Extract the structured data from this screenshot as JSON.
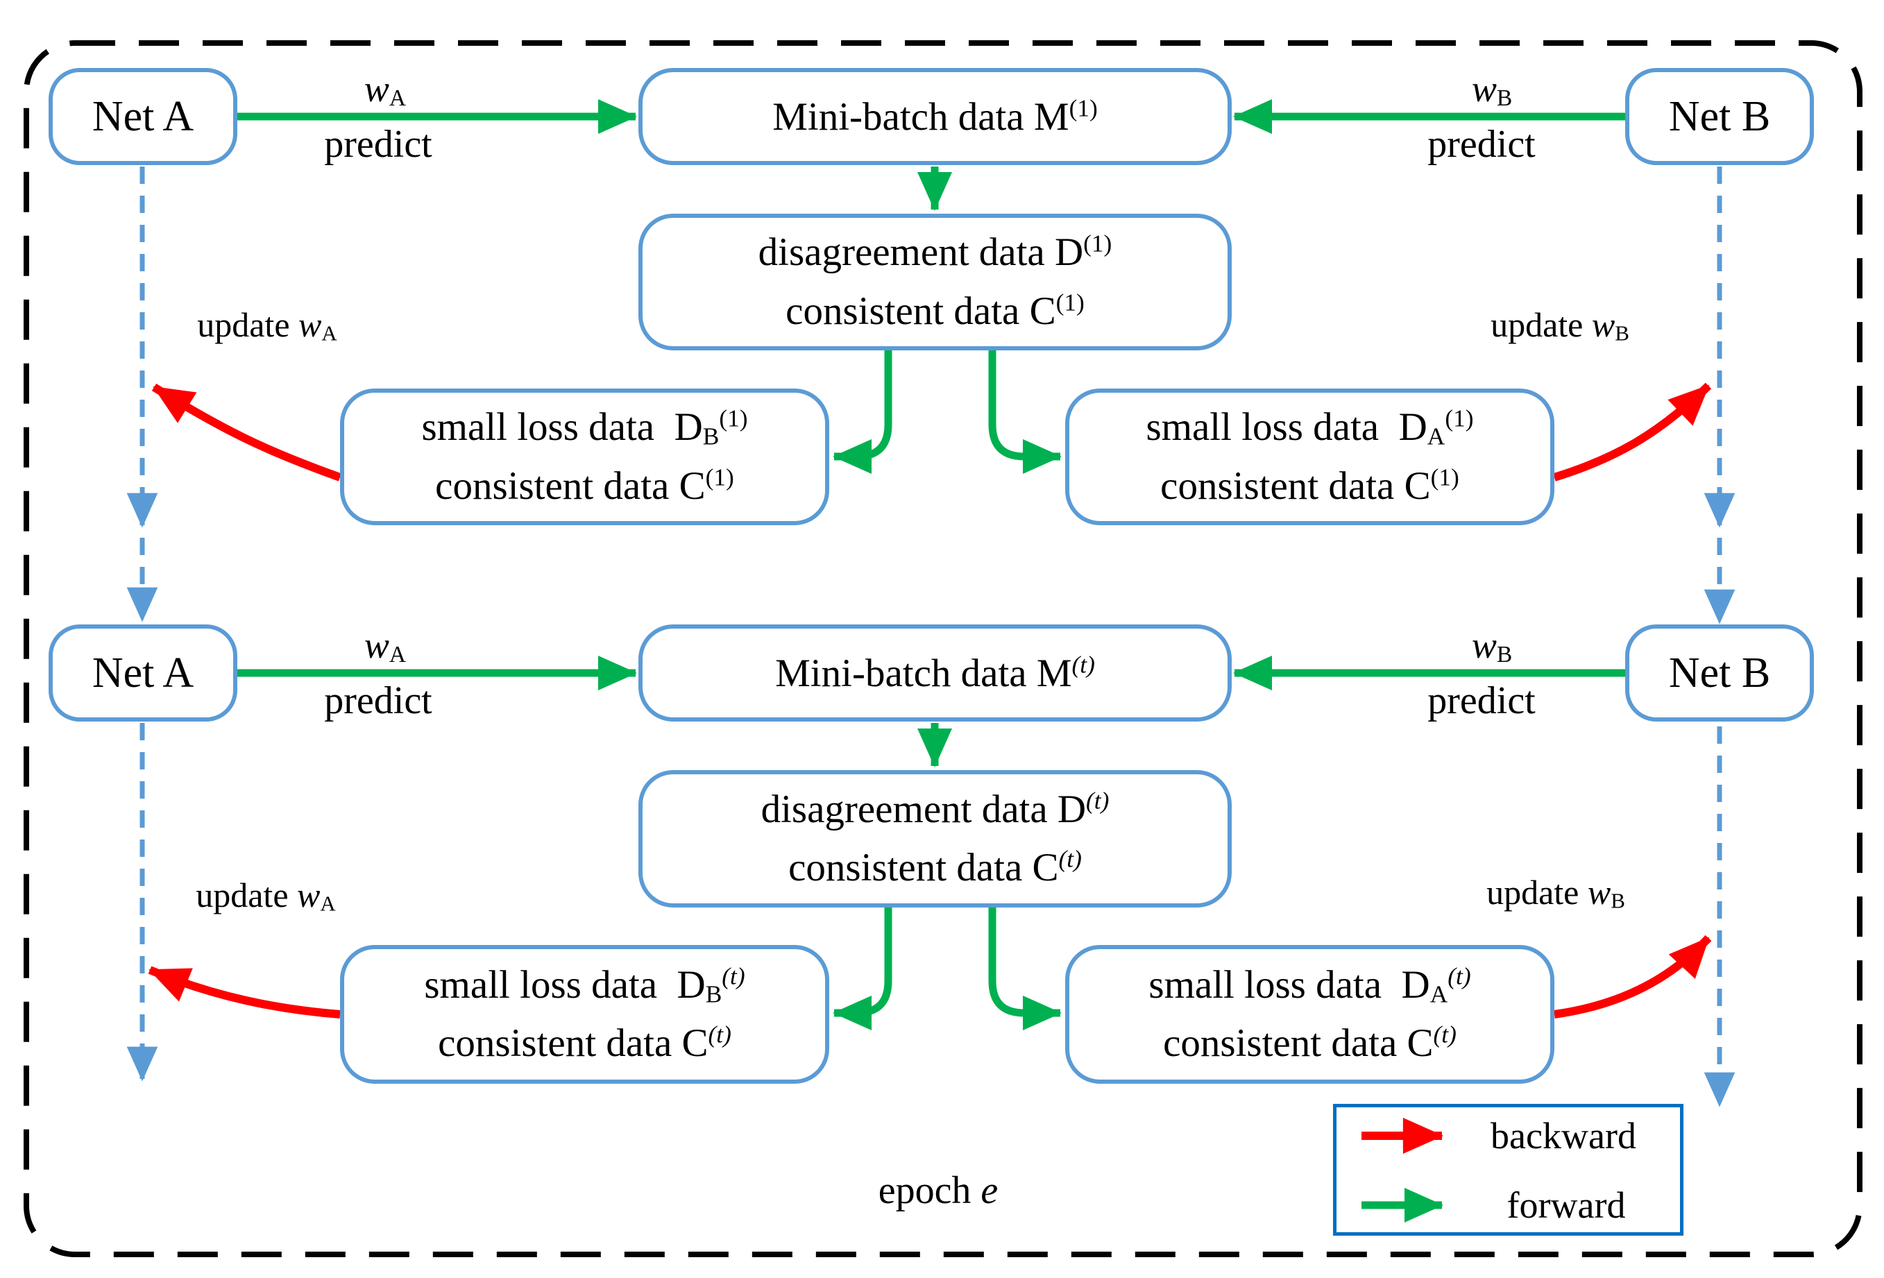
{
  "colors": {
    "box_border": "#5b9bd5",
    "dashed_line": "#5b9bd5",
    "forward_green": "#00b050",
    "backward_red": "#fe0000",
    "legend_border": "#0070c0",
    "outer_border": "#000000",
    "text": "#000000"
  },
  "legend": {
    "backward_label": "backward",
    "forward_label": "forward"
  },
  "epoch_label": {
    "prefix": "epoch ",
    "variable": "e"
  },
  "edge_labels": {
    "w_a": {
      "base": "w",
      "sub": "A"
    },
    "w_b": {
      "base": "w",
      "sub": "B"
    },
    "predict": "predict",
    "update_w_a": {
      "prefix": "update ",
      "base": "w",
      "sub": "A"
    },
    "update_w_b": {
      "prefix": "update ",
      "base": "w",
      "sub": "B"
    }
  },
  "rows": [
    {
      "iteration": "(1)",
      "net_a": "Net A",
      "net_b": "Net B",
      "minibatch": {
        "text": "Mini-batch data M",
        "sup": "(1)"
      },
      "disagreement": {
        "line1": "disagreement data D",
        "line1_sup": "(1)",
        "line2": "consistent data C",
        "line2_sup": "(1)"
      },
      "small_loss_b": {
        "line1": "small loss data ",
        "line1_base": "D",
        "line1_sub": "B",
        "line1_sup": "(1)",
        "line2": "consistent data C",
        "line2_sup": "(1)"
      },
      "small_loss_a": {
        "line1": "small loss data ",
        "line1_base": "D",
        "line1_sub": "A",
        "line1_sup": "(1)",
        "line2": "consistent data C",
        "line2_sup": "(1)"
      }
    },
    {
      "iteration": "(t)",
      "net_a": "Net A",
      "net_b": "Net B",
      "minibatch": {
        "text": "Mini-batch data M",
        "sup": "(t)"
      },
      "disagreement": {
        "line1": "disagreement data D",
        "line1_sup": "(t)",
        "line2": "consistent data C",
        "line2_sup": "(t)"
      },
      "small_loss_b": {
        "line1": "small loss data ",
        "line1_base": "D",
        "line1_sub": "B",
        "line1_sup": "(t)",
        "line2": "consistent data C",
        "line2_sup": "(t)"
      },
      "small_loss_a": {
        "line1": "small loss data ",
        "line1_base": "D",
        "line1_sub": "A",
        "line1_sup": "(t)",
        "line2": "consistent data C",
        "line2_sup": "(t)"
      }
    }
  ]
}
